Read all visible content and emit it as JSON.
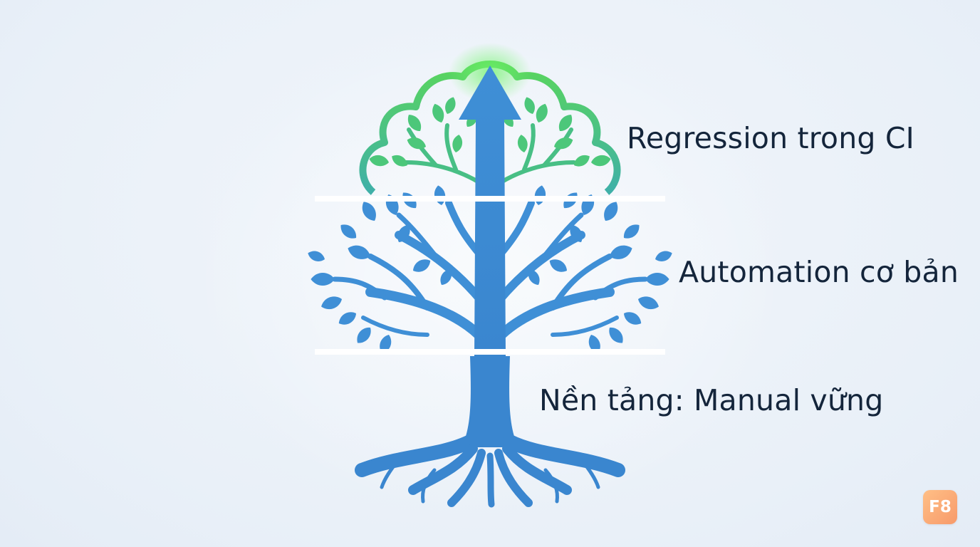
{
  "layers": [
    {
      "label": "Regression trong CI",
      "color": "#3ec46a"
    },
    {
      "label": "Automation cơ bản",
      "color": "#3f8fd6"
    },
    {
      "label": "Nền tảng: Manual vững",
      "color": "#3a86cf"
    }
  ],
  "logo": {
    "text": "F8",
    "color": "#f9a46f"
  },
  "colors": {
    "text": "#14253b",
    "tree_blue": "#3f8fd6",
    "tree_green": "#4fcf63",
    "divider": "#ffffff"
  }
}
